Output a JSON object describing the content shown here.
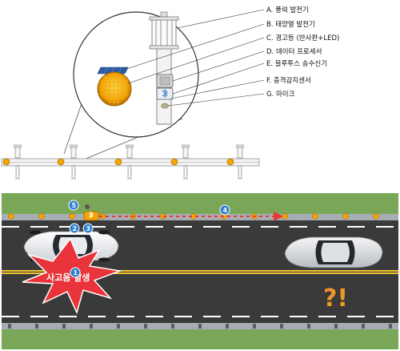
{
  "components": [
    {
      "label": "A. 풍력 발전기"
    },
    {
      "label": "B. 태양열 발전기"
    },
    {
      "label": "C. 경고등 (반사판+LED)"
    },
    {
      "label": "D. 데이터 프로세서"
    },
    {
      "label": "E. 블루투스 송수신기"
    },
    {
      "label": "F. 충격감지센서"
    },
    {
      "label": "G. 마이크"
    }
  ],
  "road": {
    "accident_text": "사고음 발생",
    "question_marks": "?!",
    "steps": [
      "1",
      "2",
      "3",
      "4",
      "5"
    ]
  },
  "colors": {
    "road": "#3a3a3a",
    "grass": "#6f9b4f",
    "warning_light": "#f6a400",
    "accident_burst": "#e8343a",
    "step_badge": "#2f7fd1",
    "signal_arrow": "#e53935",
    "question_marks": "#f0962a"
  }
}
